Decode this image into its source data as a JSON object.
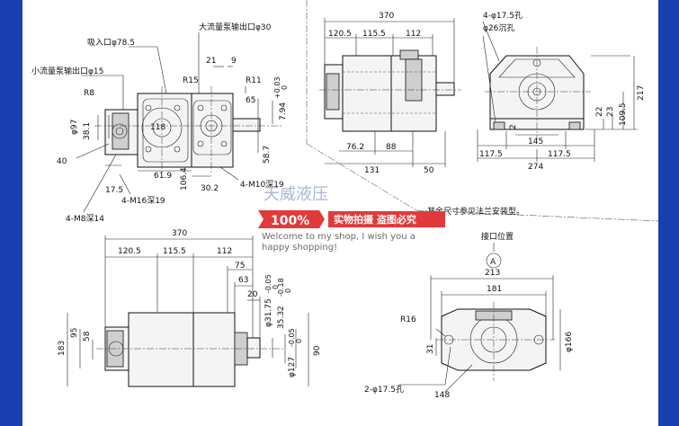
{
  "side_view": {
    "labels": {
      "inlet": "吸入口φ78.5",
      "large_outlet": "大流量泵输出口φ30",
      "small_outlet": "小流量泵输出口φ15",
      "r8": "R8",
      "r15": "R15",
      "r11": "R11",
      "d21": "21",
      "d9": "9",
      "d65": "65",
      "d118": "118",
      "d97": "φ97",
      "d38_1": "38.1",
      "d40": "40",
      "d17_5": "17.5",
      "d61_9": "61.9",
      "d106_4": "106.4",
      "d30_2": "30.2",
      "d58_7": "58.7",
      "d7_94": "7.94",
      "tol_794_up": "+0.03",
      "tol_794_dn": "0",
      "m16": "4-M16深19",
      "m10": "4-M10深19",
      "m8": "4-M8深14"
    }
  },
  "top_view": {
    "labels": {
      "d370": "370",
      "d120_5": "120.5",
      "d115_5": "115.5",
      "d112": "112",
      "d76_2": "76.2",
      "d88": "88",
      "d131": "131",
      "d50": "50"
    }
  },
  "end_view": {
    "labels": {
      "holes": "4-φ17.5孔",
      "counter": "φ26沉孔",
      "d217": "217",
      "d22": "22",
      "d23": "23",
      "d109_5": "109.5",
      "d2": "2",
      "d145": "145",
      "d117_5a": "117.5",
      "d117_5b": "117.5",
      "d274": "274"
    }
  },
  "bottom_view": {
    "labels": {
      "d370": "370",
      "d120_5": "120.5",
      "d115_5": "115.5",
      "d112": "112",
      "d75": "75",
      "d63": "63",
      "d20": "20",
      "d183": "183",
      "d95": "95",
      "d58": "58",
      "shaft1": "φ31.75",
      "shaft1_tol": "-0.05",
      "shaft1_tol2": "0",
      "key": "35.32",
      "key_tol": "-0.18",
      "key_tol2": "0",
      "pilot": "φ127",
      "pilot_tol": "-0.05",
      "pilot_tol2": "0",
      "d90": "90"
    }
  },
  "flange_view": {
    "labels": {
      "port_position": "接口位置",
      "marker": "A",
      "d213": "213",
      "d181": "181",
      "r16": "R16",
      "d31": "31",
      "holes": "2-φ17.5孔",
      "d148": "148",
      "d166": "φ166"
    }
  },
  "note": "其余尺寸参见法兰安装型。",
  "watermark": {
    "shop_name": "天威液压",
    "badge": "100%",
    "slogan": "实物拍摄 盗图必究",
    "welcome_line1": "Welcome to my shop, I wish you a",
    "welcome_line2": "happy shopping!"
  }
}
